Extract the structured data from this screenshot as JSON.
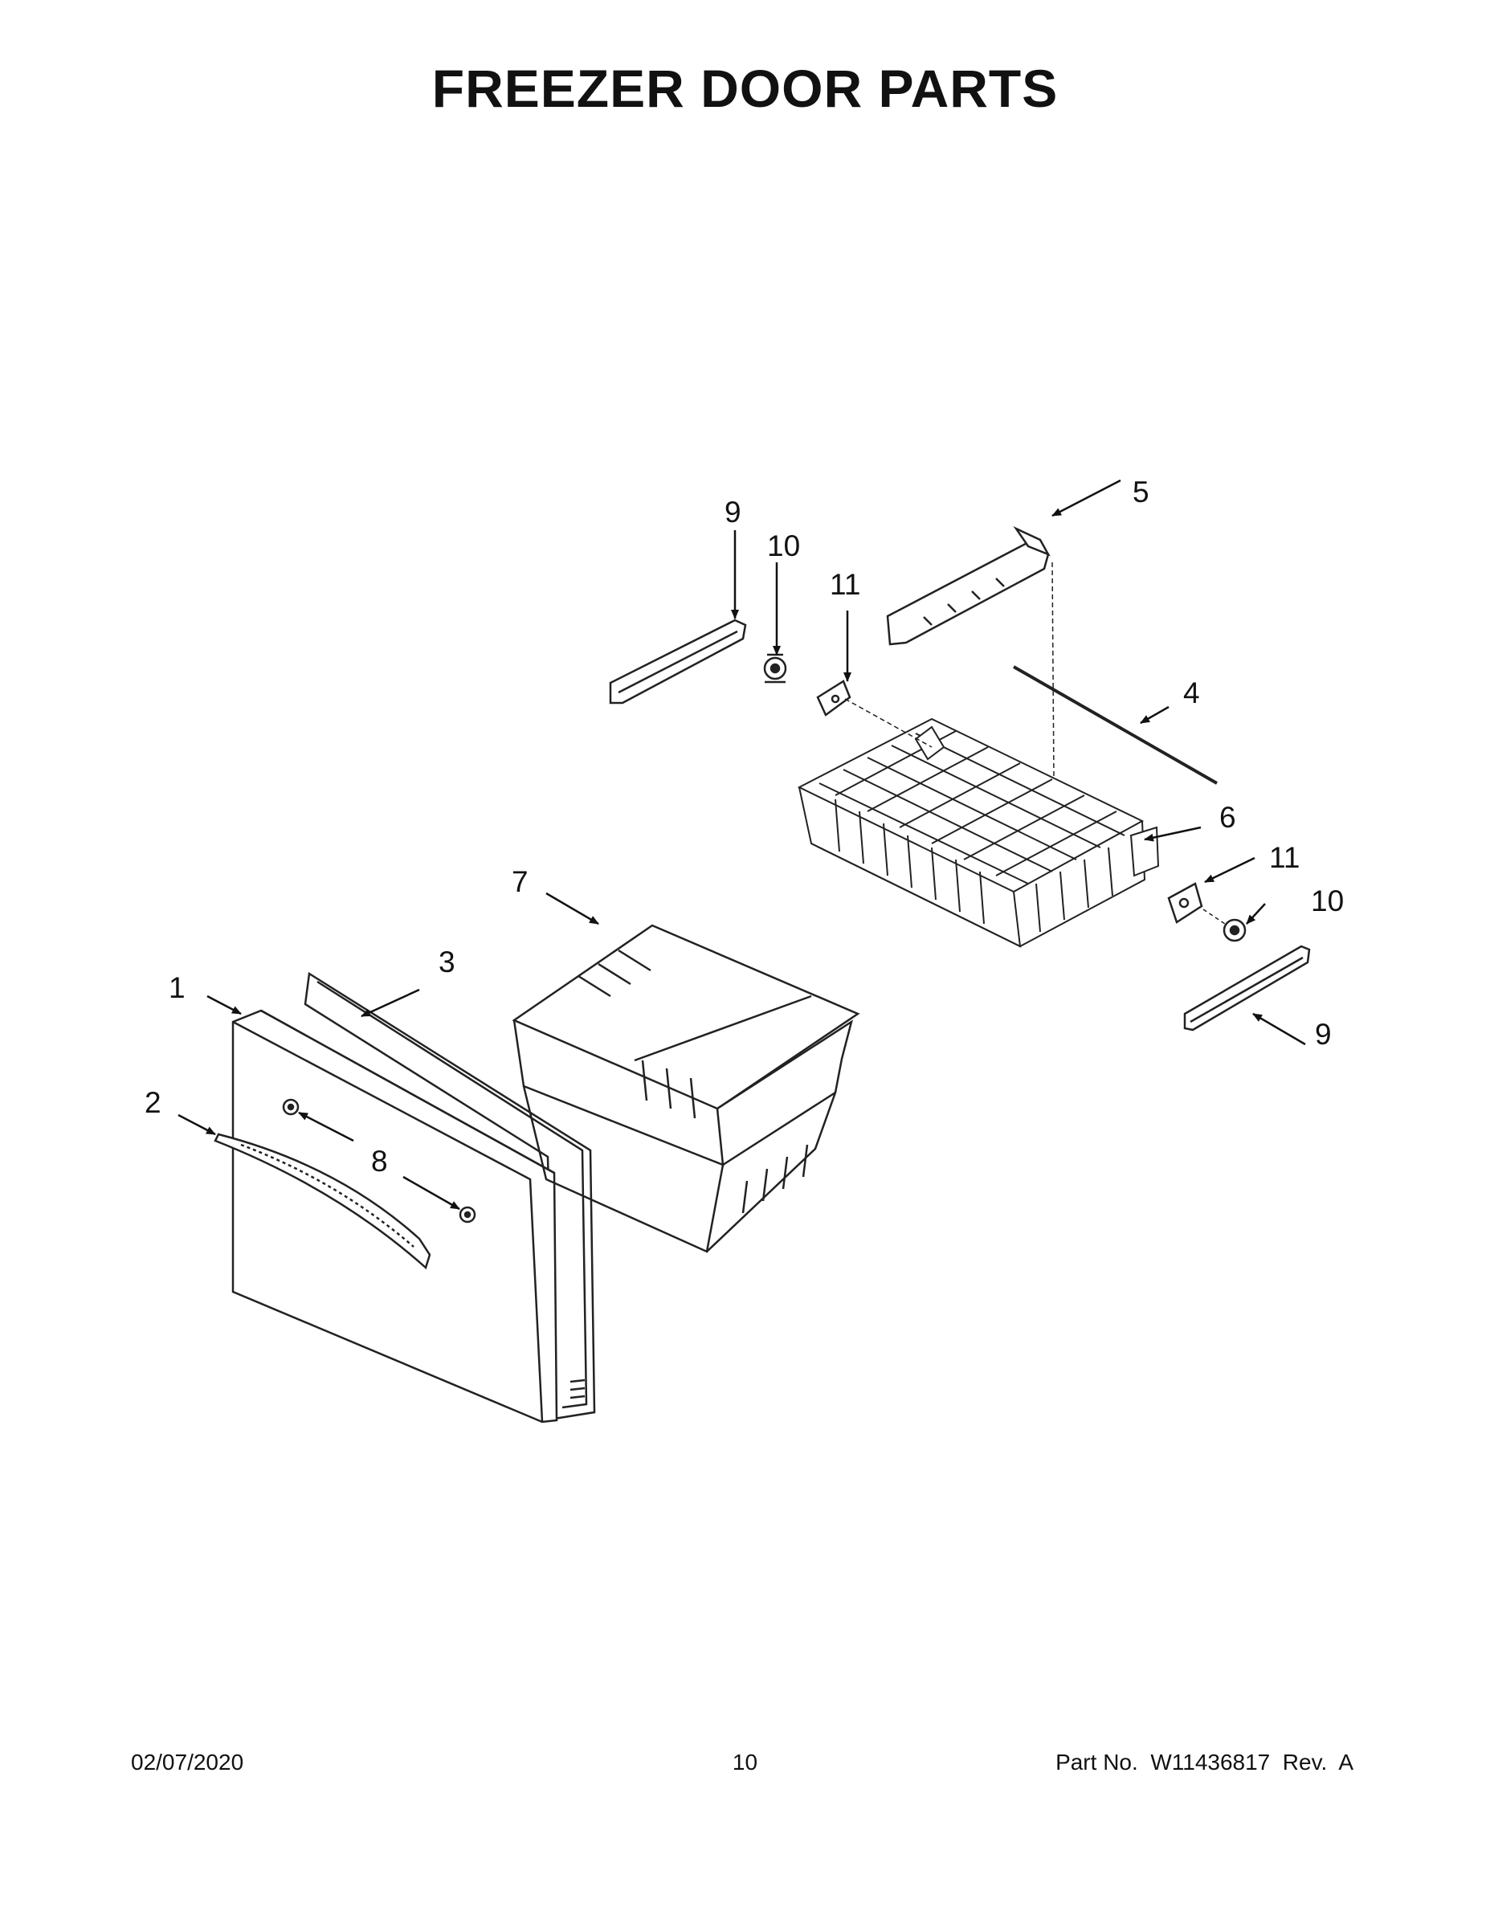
{
  "title": "FREEZER DOOR PARTS",
  "callouts": [
    {
      "id": "c1",
      "label": "1"
    },
    {
      "id": "c2",
      "label": "2"
    },
    {
      "id": "c3",
      "label": "3"
    },
    {
      "id": "c4",
      "label": "4"
    },
    {
      "id": "c5",
      "label": "5"
    },
    {
      "id": "c6",
      "label": "6"
    },
    {
      "id": "c7",
      "label": "7"
    },
    {
      "id": "c8",
      "label": "8"
    },
    {
      "id": "c9a",
      "label": "9"
    },
    {
      "id": "c9b",
      "label": "9"
    },
    {
      "id": "c10a",
      "label": "10"
    },
    {
      "id": "c10b",
      "label": "10"
    },
    {
      "id": "c11a",
      "label": "11"
    },
    {
      "id": "c11b",
      "label": "11"
    }
  ],
  "footer": {
    "date": "02/07/2020",
    "page": "10",
    "part_no": "Part No.  W11436817  Rev.  A"
  }
}
